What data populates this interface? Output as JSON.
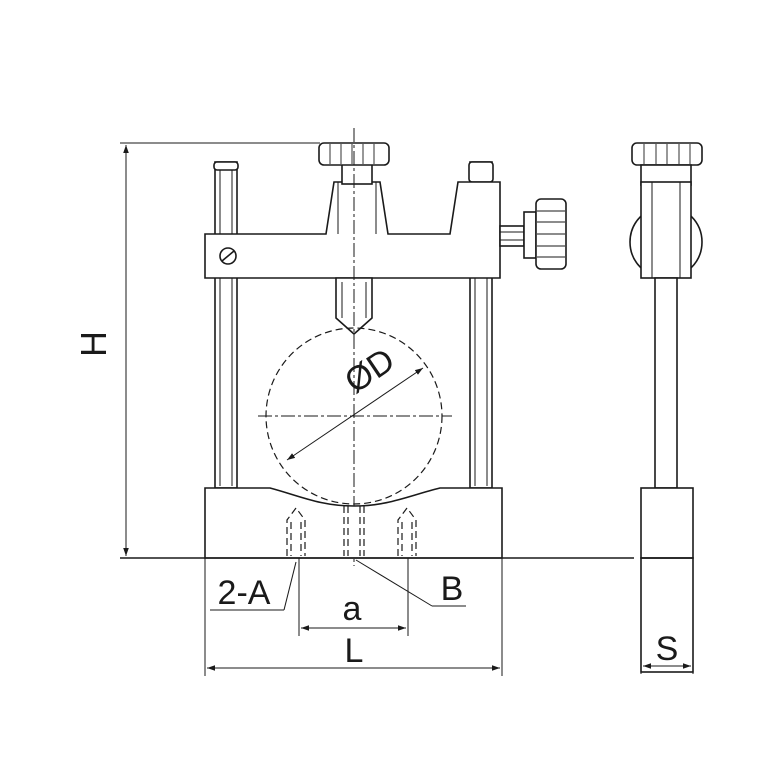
{
  "labels": {
    "height": "H",
    "diameter": "ØD",
    "holes": "2-A",
    "hole_spacing": "a",
    "center_hole": "B",
    "length": "L",
    "thickness": "S"
  },
  "colors": {
    "line": "#1a1a1a",
    "background": "#ffffff"
  }
}
